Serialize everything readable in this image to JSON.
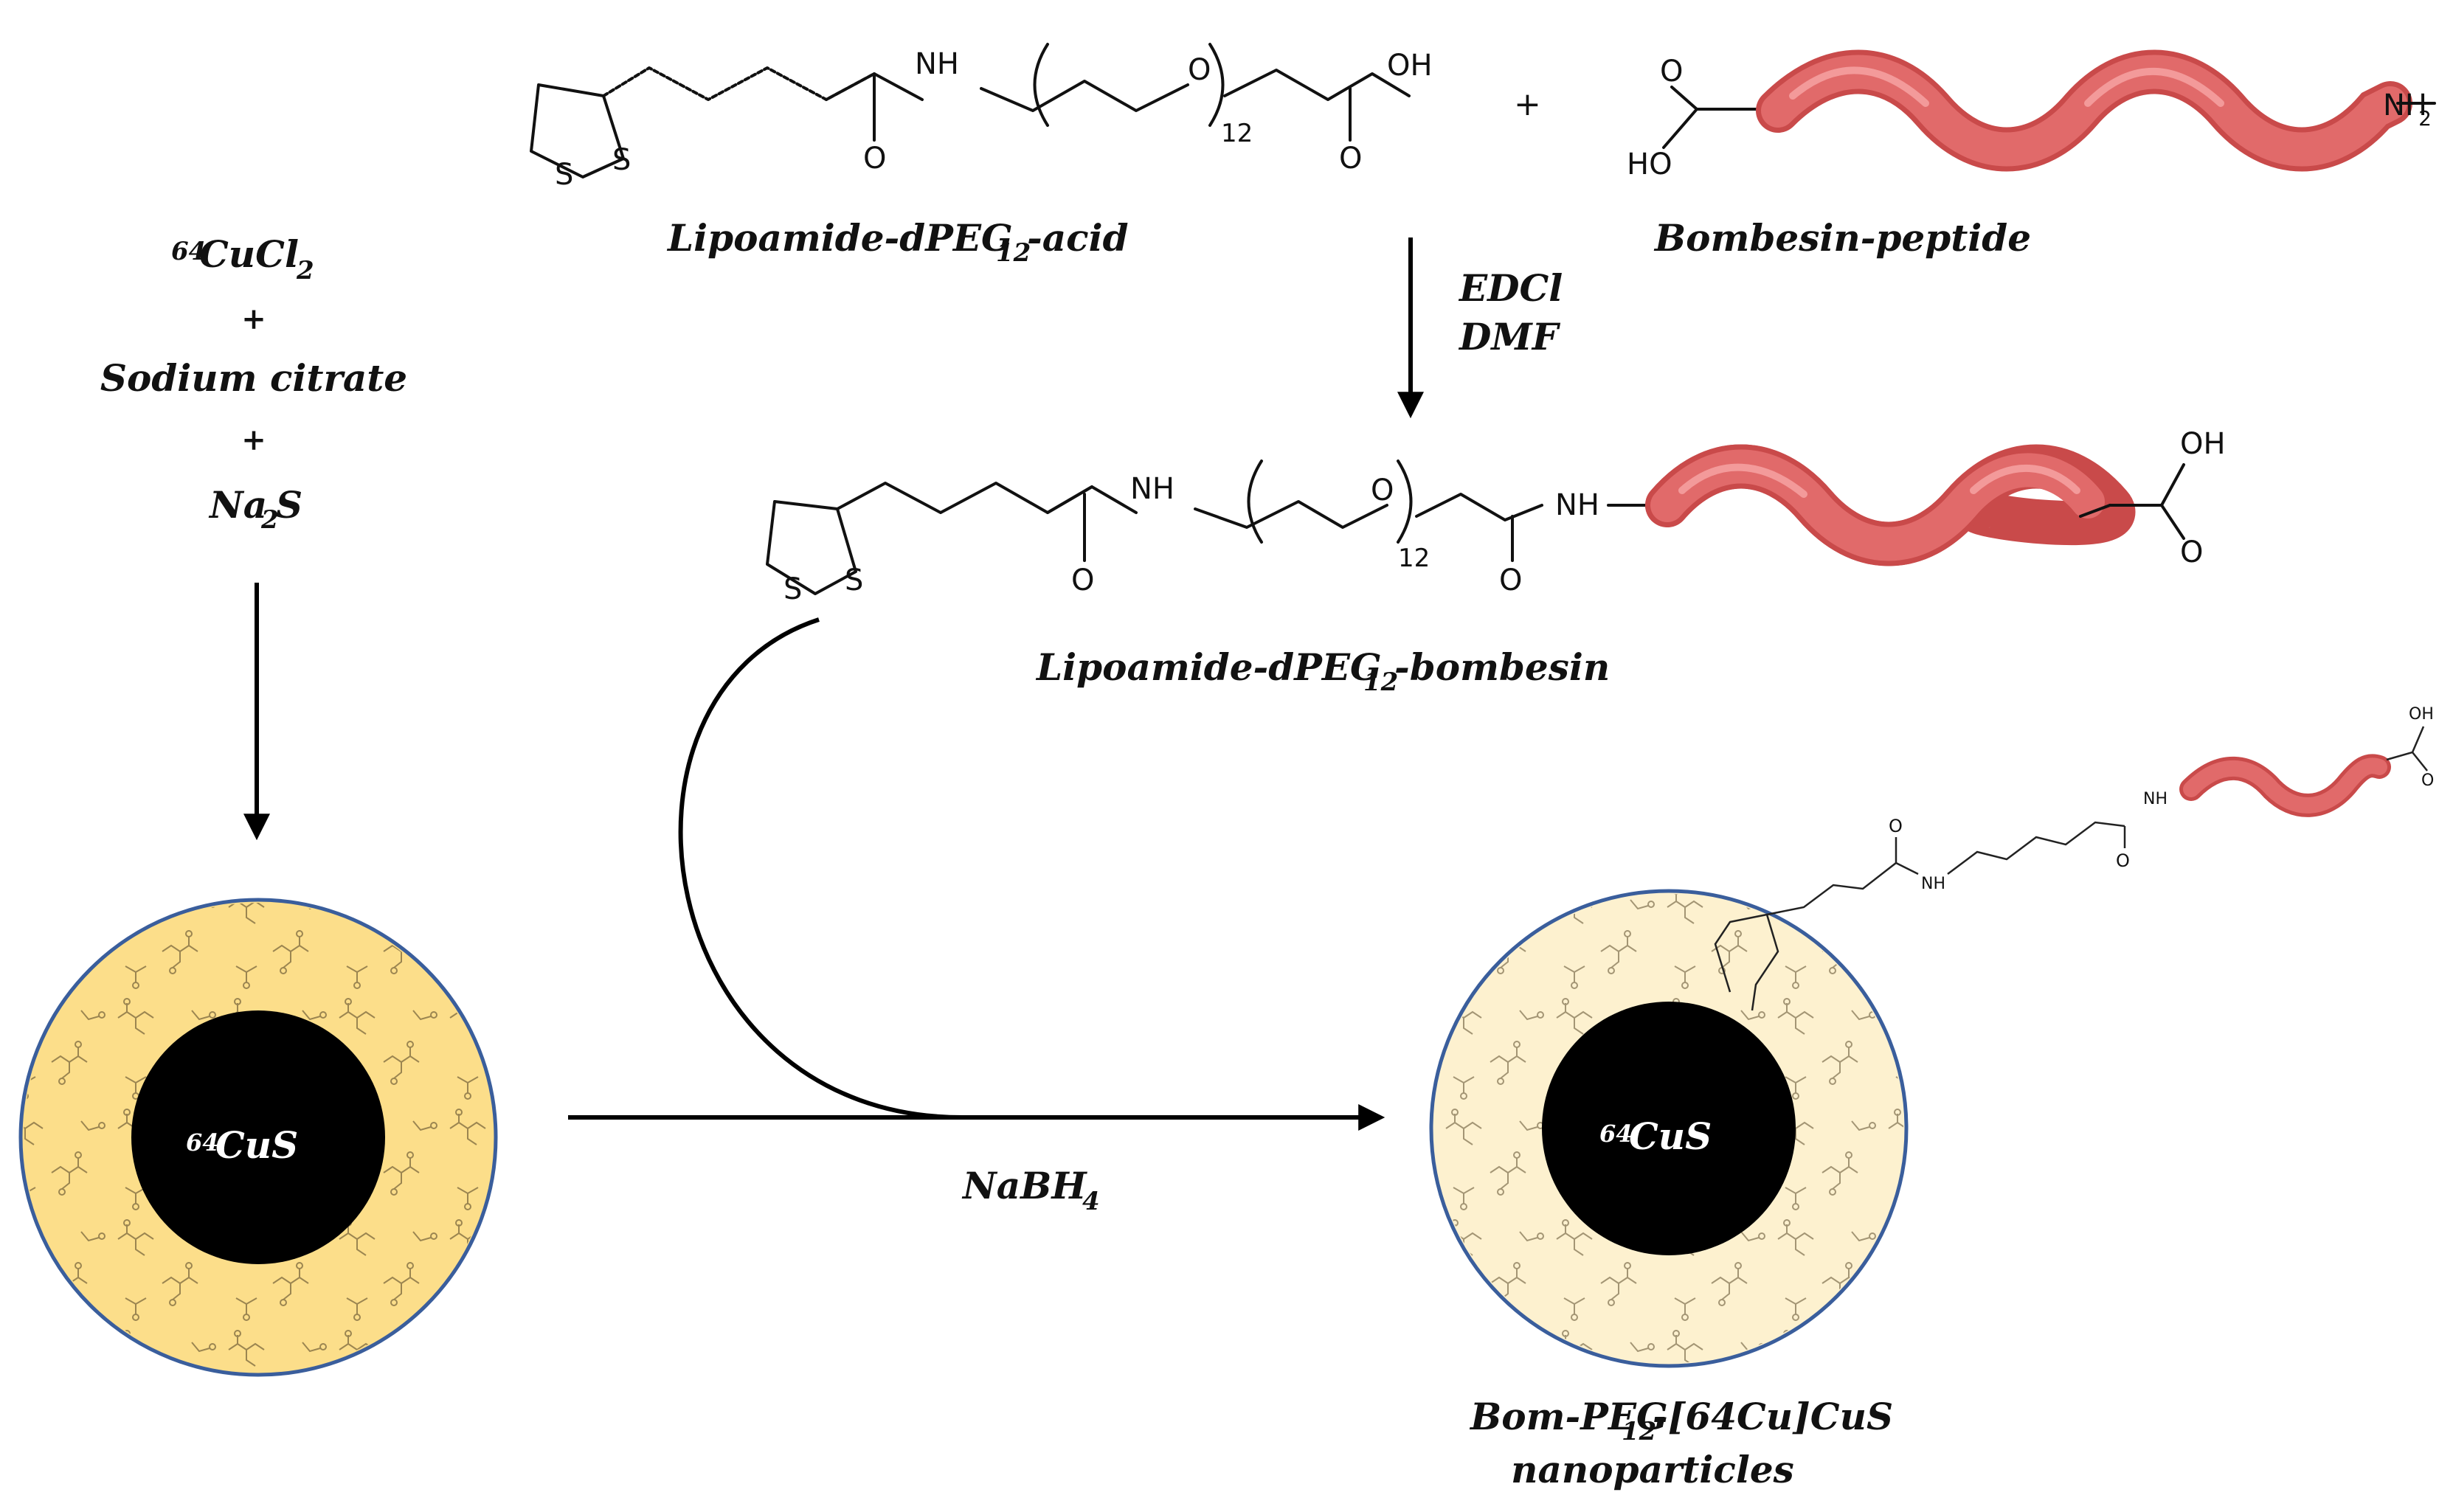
{
  "reagents": {
    "cucl2_sup": "64",
    "cucl2_base": "CuCl",
    "cucl2_sub": "2",
    "plus": "+",
    "sodium_citrate": "Sodium citrate",
    "na2s_a": "Na",
    "na2s_sub": "2",
    "na2s_b": "S"
  },
  "lipo_acid": {
    "name_a": "Lipoamide-dPEG",
    "name_sub": "12",
    "name_b": "-acid",
    "nh": "NH",
    "o_ring": "O",
    "n_repeat": "12",
    "oh": "OH",
    "carbonyl_o": "O",
    "s": "S"
  },
  "bombesin": {
    "name": "Bombesin-peptide",
    "nh2_a": "NH",
    "nh2_sub": "2",
    "ho": "HO",
    "o": "O"
  },
  "coupling": {
    "reagent1": "EDCl",
    "reagent2": "DMF"
  },
  "conjugate": {
    "name_a": "Lipoamide-dPEG",
    "name_sub": "12",
    "name_b": "-bombesin",
    "nh": "NH",
    "oh": "OH"
  },
  "reduction": {
    "reagent_a": "NaBH",
    "reagent_sub": "4"
  },
  "core": {
    "label_sup": "64",
    "label_base": "CuS"
  },
  "product": {
    "line1_a": "Bom-PEG",
    "line1_sub": "12",
    "line1_b": "-[64Cu]CuS",
    "line2": "nanoparticles",
    "small_nh": "NH",
    "small_oh": "OH"
  },
  "colors": {
    "shell_left": "#fcde8a",
    "shell_right": "#fdf1cf",
    "shell_border": "#3a5e9c",
    "core": "#000000",
    "peptide": "#e06464"
  }
}
